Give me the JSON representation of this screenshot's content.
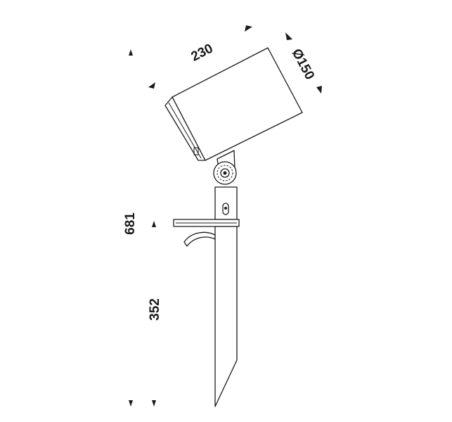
{
  "dimensions": {
    "length": "230",
    "diameter": "Ø150",
    "total_height": "681",
    "spike_height": "352"
  },
  "colors": {
    "line": "#1a1a1a",
    "background": "#ffffff"
  }
}
